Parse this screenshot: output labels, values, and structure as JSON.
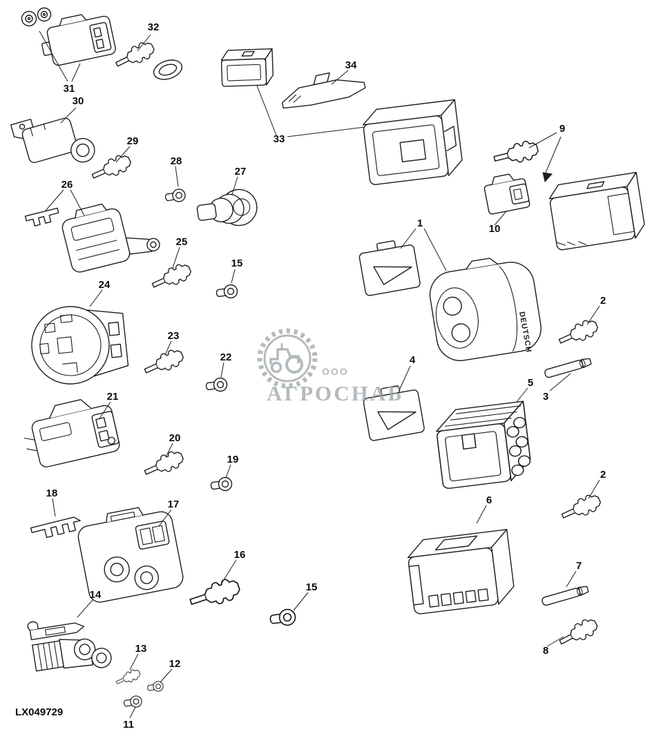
{
  "diagram": {
    "part_code": "LX049729",
    "connector_brand": "DEUTSCH",
    "watermark": {
      "org_type": "ООО",
      "org_name": "АГРОСНАБ"
    },
    "colors": {
      "ink": "#1c1c1c",
      "watermark": "#98a0a6",
      "background": "#ffffff"
    },
    "callouts": [
      {
        "label": "32"
      },
      {
        "label": "31"
      },
      {
        "label": "30"
      },
      {
        "label": "29"
      },
      {
        "label": "28"
      },
      {
        "label": "27"
      },
      {
        "label": "26"
      },
      {
        "label": "33"
      },
      {
        "label": "34"
      },
      {
        "label": "9"
      },
      {
        "label": "10"
      },
      {
        "label": "1"
      },
      {
        "label": "25"
      },
      {
        "label": "15"
      },
      {
        "label": "24"
      },
      {
        "label": "2"
      },
      {
        "label": "23"
      },
      {
        "label": "22"
      },
      {
        "label": "4"
      },
      {
        "label": "5"
      },
      {
        "label": "3"
      },
      {
        "label": "21"
      },
      {
        "label": "20"
      },
      {
        "label": "19"
      },
      {
        "label": "18"
      },
      {
        "label": "17"
      },
      {
        "label": "2"
      },
      {
        "label": "6"
      },
      {
        "label": "16"
      },
      {
        "label": "15"
      },
      {
        "label": "14"
      },
      {
        "label": "7"
      },
      {
        "label": "13"
      },
      {
        "label": "12"
      },
      {
        "label": "8"
      },
      {
        "label": "11"
      }
    ]
  }
}
